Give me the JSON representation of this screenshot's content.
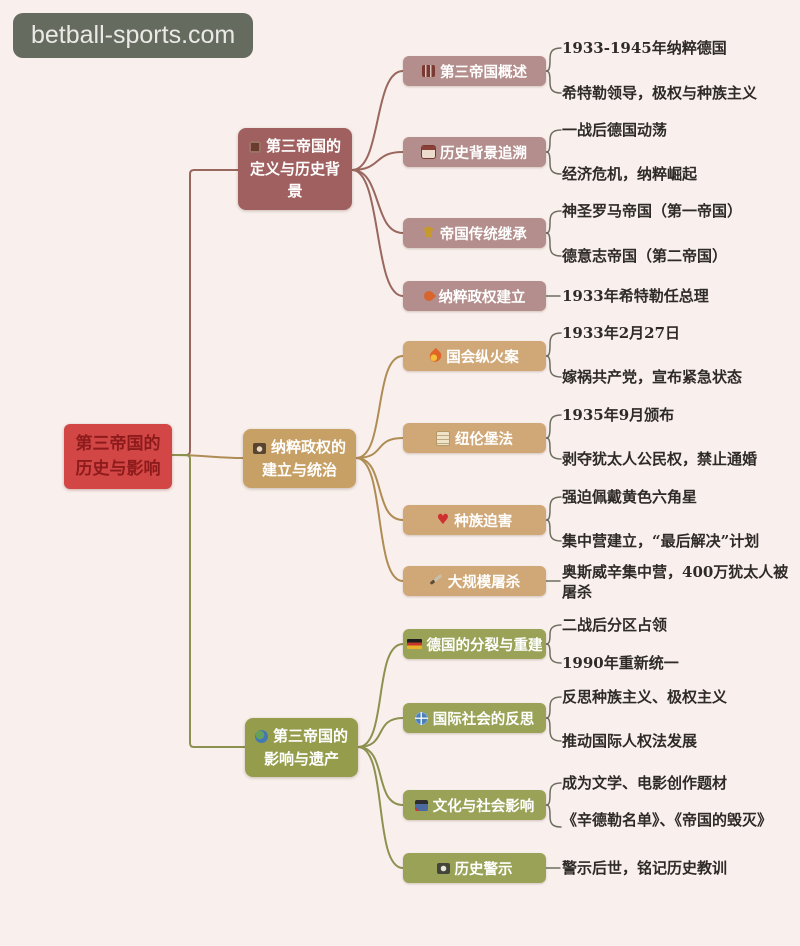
{
  "watermark": {
    "text": "betball-sports.com"
  },
  "root": {
    "label": "第三帝国的历史与影响"
  },
  "colors": {
    "background": "#f9f0ed",
    "root_bg": "#d24646",
    "root_text": "#8e1b1b",
    "branch1_bg": "#a06060",
    "branch2_bg": "#c7a065",
    "branch3_bg": "#959d4c",
    "child1_bg": "#b48e8c",
    "child2_bg": "#d0a878",
    "child3_bg": "#9aa257",
    "watermark_bg": "#666b5f",
    "leaf_text": "#2e2a28"
  },
  "branches": [
    {
      "label": "第三帝国的定义与历史背景",
      "icon": "picture-frame-icon",
      "children": [
        {
          "label": "第三帝国概述",
          "icon": "museum-icon",
          "leaves": [
            "1933-1945年纳粹德国",
            "希特勒领导，极权与种族主义"
          ]
        },
        {
          "label": "历史背景追溯",
          "icon": "calendar-icon",
          "leaves": [
            "一战后德国动荡",
            "经济危机，纳粹崛起"
          ]
        },
        {
          "label": "帝国传统继承",
          "icon": "crown-icon",
          "leaves": [
            "神圣罗马帝国（第一帝国）",
            "德意志帝国（第二帝国）"
          ]
        },
        {
          "label": "纳粹政权建立",
          "icon": "spark-icon",
          "leaves": [
            "1933年希特勒任总理"
          ]
        }
      ]
    },
    {
      "label": "纳粹政权的建立与统治",
      "icon": "camera-icon",
      "children": [
        {
          "label": "国会纵火案",
          "icon": "fire-icon",
          "leaves": [
            "1933年2月27日",
            "嫁祸共产党，宣布紧急状态"
          ]
        },
        {
          "label": "纽伦堡法",
          "icon": "scroll-icon",
          "leaves": [
            "1935年9月颁布",
            "剥夺犹太人公民权，禁止通婚"
          ]
        },
        {
          "label": "种族迫害",
          "icon": "broken-heart-icon",
          "leaves": [
            "强迫佩戴黄色六角星",
            "集中营建立，“最后解决”计划"
          ]
        },
        {
          "label": "大规模屠杀",
          "icon": "knife-icon",
          "leaves": [
            "奥斯威辛集中营，400万犹太人被屠杀"
          ]
        }
      ]
    },
    {
      "label": "第三帝国的影响与遗产",
      "icon": "globe-icon",
      "children": [
        {
          "label": "德国的分裂与重建",
          "icon": "german-flag-icon",
          "leaves": [
            "二战后分区占领",
            "1990年重新统一"
          ]
        },
        {
          "label": "国际社会的反思",
          "icon": "globe-grid-icon",
          "leaves": [
            "反思种族主义、极权主义",
            "推动国际人权法发展"
          ]
        },
        {
          "label": "文化与社会影响",
          "icon": "clapperboard-icon",
          "leaves": [
            "成为文学、电影创作题材",
            "《辛德勒名单》、《帝国的毁灭》"
          ]
        },
        {
          "label": "历史警示",
          "icon": "camera-flash-icon",
          "leaves": [
            "警示后世，铭记历史教训"
          ]
        }
      ]
    }
  ]
}
